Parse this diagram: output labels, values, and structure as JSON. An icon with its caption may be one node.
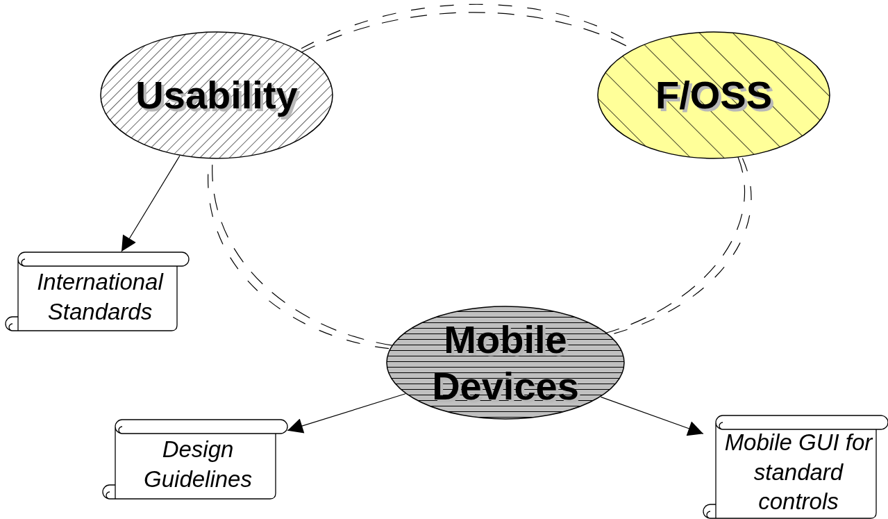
{
  "diagram": {
    "nodes": [
      {
        "text": [
          "Usability"
        ]
      },
      {
        "text": [
          "F/OSS"
        ]
      },
      {
        "text": [
          "International Standards"
        ]
      },
      {
        "text": [
          "Mobile Devices"
        ]
      },
      {
        "text": [
          "Design Guidelines"
        ]
      },
      {
        "text": [
          "Mobile GUI for standard controls"
        ]
      }
    ],
    "edges": [
      {
        "from": 0,
        "to": 1,
        "arrow": "none",
        "style": "dashed"
      },
      {
        "from": 1,
        "to": 3,
        "arrow": "none",
        "style": "dashed"
      },
      {
        "from": 3,
        "to": 0,
        "arrow": "none",
        "style": "dashed"
      },
      {
        "from": 0,
        "to": 2,
        "arrow": "to"
      },
      {
        "from": 3,
        "to": 4,
        "arrow": "to"
      },
      {
        "from": 3,
        "to": 5,
        "arrow": "to"
      }
    ]
  }
}
